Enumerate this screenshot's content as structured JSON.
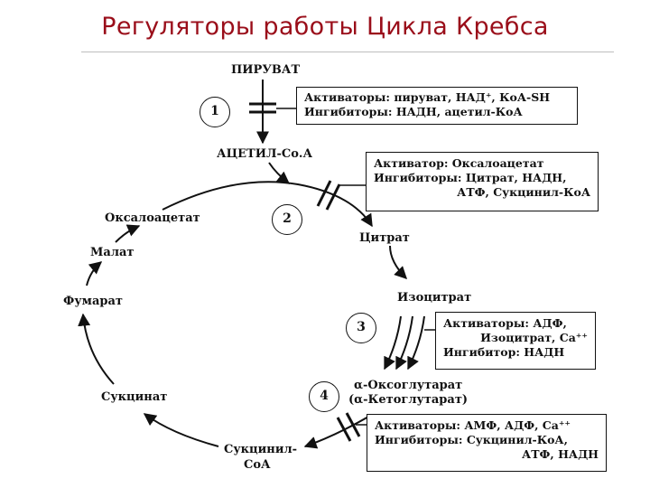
{
  "title": "Регуляторы работы Цикла Кребса",
  "metabolites": {
    "pyruvate": "ПИРУВАТ",
    "acetyl_coa": "АЦЕТИЛ-Со.А",
    "oxaloacetate": "Оксалоацетат",
    "citrate": "Цитрат",
    "isocitrate": "Изоцитрат",
    "alpha_kg_1": "α-Оксоглутарат",
    "alpha_kg_2": "(α-Кетоглутарат)",
    "succinyl_1": "Сукцинил-",
    "succinyl_2": "СоА",
    "succinate": "Сукцинат",
    "fumarate": "Фумарат",
    "malate": "Малат"
  },
  "enzymes": [
    "1",
    "2",
    "3",
    "4"
  ],
  "boxes": {
    "box1": [
      "Активаторы: пируват, НАД⁺, КоА-SH",
      "Ингибиторы: НАДН, ацетил-КоА"
    ],
    "box2": [
      "Активатор:  Оксалоацетат",
      "Ингибиторы: Цитрат, НАДН,",
      "АТФ, Сукцинил-КоА"
    ],
    "box3": [
      "Активаторы: АДФ,",
      "Изоцитрат, Са⁺⁺",
      "Ингибитор:  НАДН"
    ],
    "box4": [
      "Активаторы: АМФ, АДФ, Са⁺⁺",
      "Ингибиторы: Сукцинил-КоА,",
      "АТФ, НАДН"
    ]
  }
}
